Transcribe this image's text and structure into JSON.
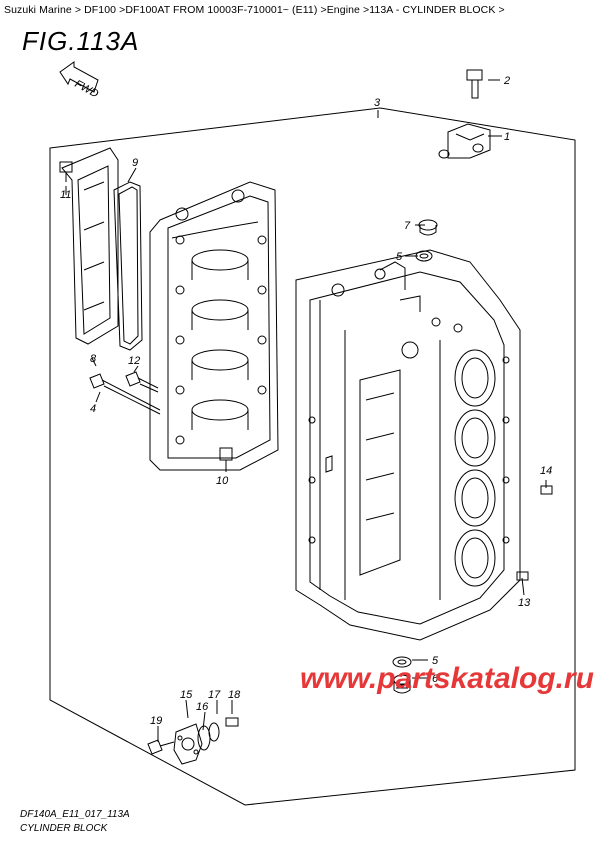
{
  "breadcrumb": "Suzuki Marine > DF100 >DF100AT FROM 10003F-710001~ (E11) >Engine >113A - CYLINDER BLOCK >",
  "figure_title": "FIG.113A",
  "fwd_label": "FWD",
  "callouts": {
    "c1": "1",
    "c2": "2",
    "c3": "3",
    "c4": "4",
    "c5a": "5",
    "c5b": "5",
    "c6": "6",
    "c7": "7",
    "c8": "8",
    "c9": "9",
    "c10": "10",
    "c11": "11",
    "c12": "12",
    "c13": "13",
    "c14": "14",
    "c15": "15",
    "c16": "16",
    "c17": "17",
    "c18": "18",
    "c19": "19"
  },
  "watermark": "www.partskatalog.ru",
  "footer": {
    "code": "DF140A_E11_017_113A",
    "name": "CYLINDER BLOCK"
  },
  "colors": {
    "watermark": "#e63838",
    "line": "#000000"
  }
}
